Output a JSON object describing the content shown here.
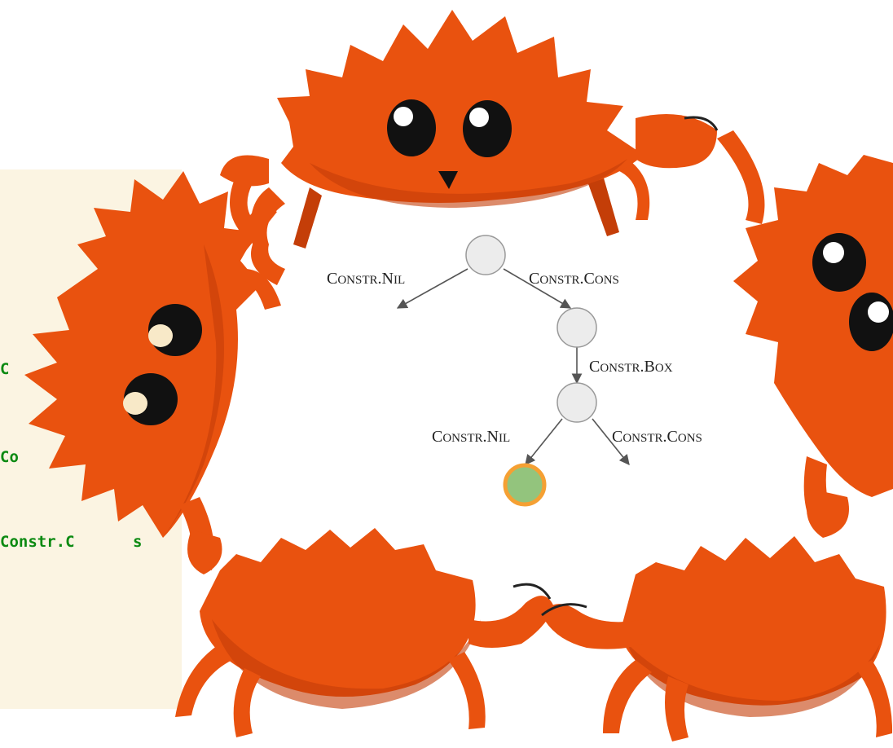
{
  "code_panel": {
    "lines": [
      "C",
      "Co",
      "Constr.C",
      "s"
    ]
  },
  "tree": {
    "edges": [
      {
        "id": "e1",
        "label_prefix": "C",
        "label_rest": "ONSTR",
        "label_dot": ".",
        "label_prefix2": "N",
        "label_rest2": "IL"
      },
      {
        "id": "e2",
        "label_prefix": "C",
        "label_rest": "ONSTR",
        "label_dot": ".",
        "label_prefix2": "C",
        "label_rest2": "ONS"
      },
      {
        "id": "e3",
        "label_prefix": "C",
        "label_rest": "ONSTR",
        "label_dot": ".",
        "label_prefix2": "B",
        "label_rest2": "OX"
      },
      {
        "id": "e4",
        "label_prefix": "C",
        "label_rest": "ONSTR",
        "label_dot": ".",
        "label_prefix2": "N",
        "label_rest2": "IL"
      },
      {
        "id": "e5",
        "label_prefix": "C",
        "label_rest": "ONSTR",
        "label_dot": ".",
        "label_prefix2": "C",
        "label_rest2": "ONS"
      }
    ]
  },
  "colors": {
    "crab_body": "#e9520f",
    "crab_light": "#f06a1c",
    "crab_dark": "#c43e08",
    "node_fill": "#ececec",
    "node_stroke": "#999999",
    "leaf_fill": "#93c47d",
    "leaf_stroke": "#f5a033",
    "edge": "#555555",
    "code_green": "#0c8a12",
    "panel_bg": "#fbf4e2"
  }
}
